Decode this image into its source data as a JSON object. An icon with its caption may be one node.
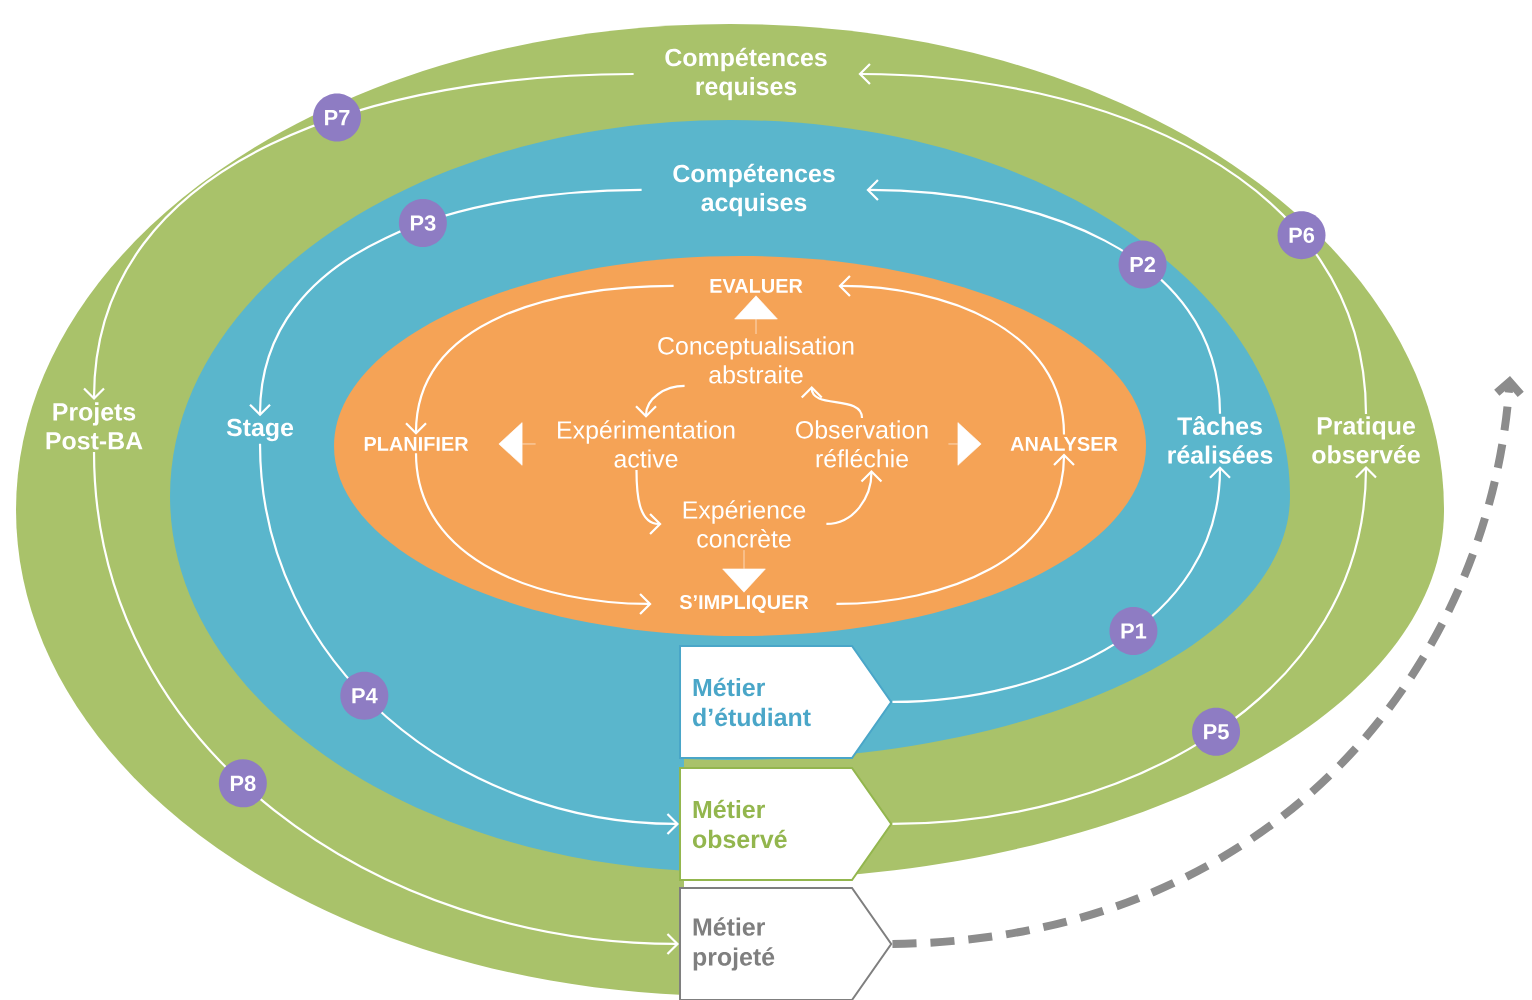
{
  "diagram": {
    "nodes": [
      {
        "text": [],
        "shape": "ellipse"
      },
      {
        "text": [
          "Compétences requises"
        ],
        "in": 0
      },
      {
        "text": [
          "Projets Post-BA"
        ],
        "in": 0
      },
      {
        "text": [
          "Pratique observée"
        ],
        "in": 0
      },
      {
        "text": [],
        "shape": "ellipse",
        "in": 0
      },
      {
        "text": [
          "Compétences acquises"
        ],
        "in": 4
      },
      {
        "text": [
          "Stage"
        ],
        "in": 4
      },
      {
        "text": [
          "Tâches réalisées"
        ],
        "in": 4
      },
      {
        "text": [],
        "shape": "ellipse",
        "in": 4
      },
      {
        "text": [
          "EVALUER"
        ],
        "in": 8
      },
      {
        "text": [
          "PLANIFIER"
        ],
        "in": 8
      },
      {
        "text": [
          "ANALYSER"
        ],
        "in": 8
      },
      {
        "text": [
          "S’IMPLIQUER"
        ],
        "in": 8
      },
      {
        "text": [
          "Conceptualisation abstraite"
        ],
        "in": 8
      },
      {
        "text": [
          "Expérimentation active"
        ],
        "in": 8
      },
      {
        "text": [
          "Observation réfléchie"
        ],
        "in": 8
      },
      {
        "text": [
          "Expérience concrète"
        ],
        "in": 8
      },
      {
        "text": [
          "Métier d’étudiant"
        ],
        "in": 4
      },
      {
        "text": [
          "Métier observé"
        ],
        "in": 0
      },
      {
        "text": [
          "Métier projeté"
        ],
        "in": 0
      }
    ],
    "edges": [
      {
        "from": 17,
        "to": 7,
        "arrow": "to",
        "label": "P1"
      },
      {
        "from": 7,
        "to": 5,
        "arrow": "to",
        "label": "P2"
      },
      {
        "from": 5,
        "to": 6,
        "arrow": "to",
        "label": "P3"
      },
      {
        "from": 6,
        "to": 18,
        "arrow": "to",
        "label": "P4"
      },
      {
        "from": 18,
        "to": 3,
        "arrow": "to",
        "label": "P5"
      },
      {
        "from": 3,
        "to": 1,
        "arrow": "to",
        "label": "P6"
      },
      {
        "from": 1,
        "to": 2,
        "arrow": "to",
        "label": "P7"
      },
      {
        "from": 2,
        "to": 19,
        "arrow": "to",
        "label": "P8"
      },
      {
        "from": 19,
        "to": null,
        "arrow": "to",
        "style": "dashed",
        "color": "#8c8c8c"
      },
      {
        "from": 10,
        "to": 12,
        "arrow": "to"
      },
      {
        "from": 12,
        "to": 11,
        "arrow": "to"
      },
      {
        "from": 11,
        "to": 9,
        "arrow": "to"
      },
      {
        "from": 9,
        "to": 10,
        "arrow": "to"
      },
      {
        "from": 14,
        "to": 16,
        "arrow": "to"
      },
      {
        "from": 16,
        "to": 15,
        "arrow": "to"
      },
      {
        "from": 15,
        "to": 13,
        "arrow": "to"
      },
      {
        "from": 13,
        "to": 14,
        "arrow": "to"
      },
      {
        "from": 13,
        "to": 9,
        "arrow": "to"
      },
      {
        "from": 14,
        "to": 10,
        "arrow": "to"
      },
      {
        "from": 15,
        "to": 11,
        "arrow": "to"
      },
      {
        "from": 16,
        "to": 12,
        "arrow": "to"
      }
    ]
  }
}
